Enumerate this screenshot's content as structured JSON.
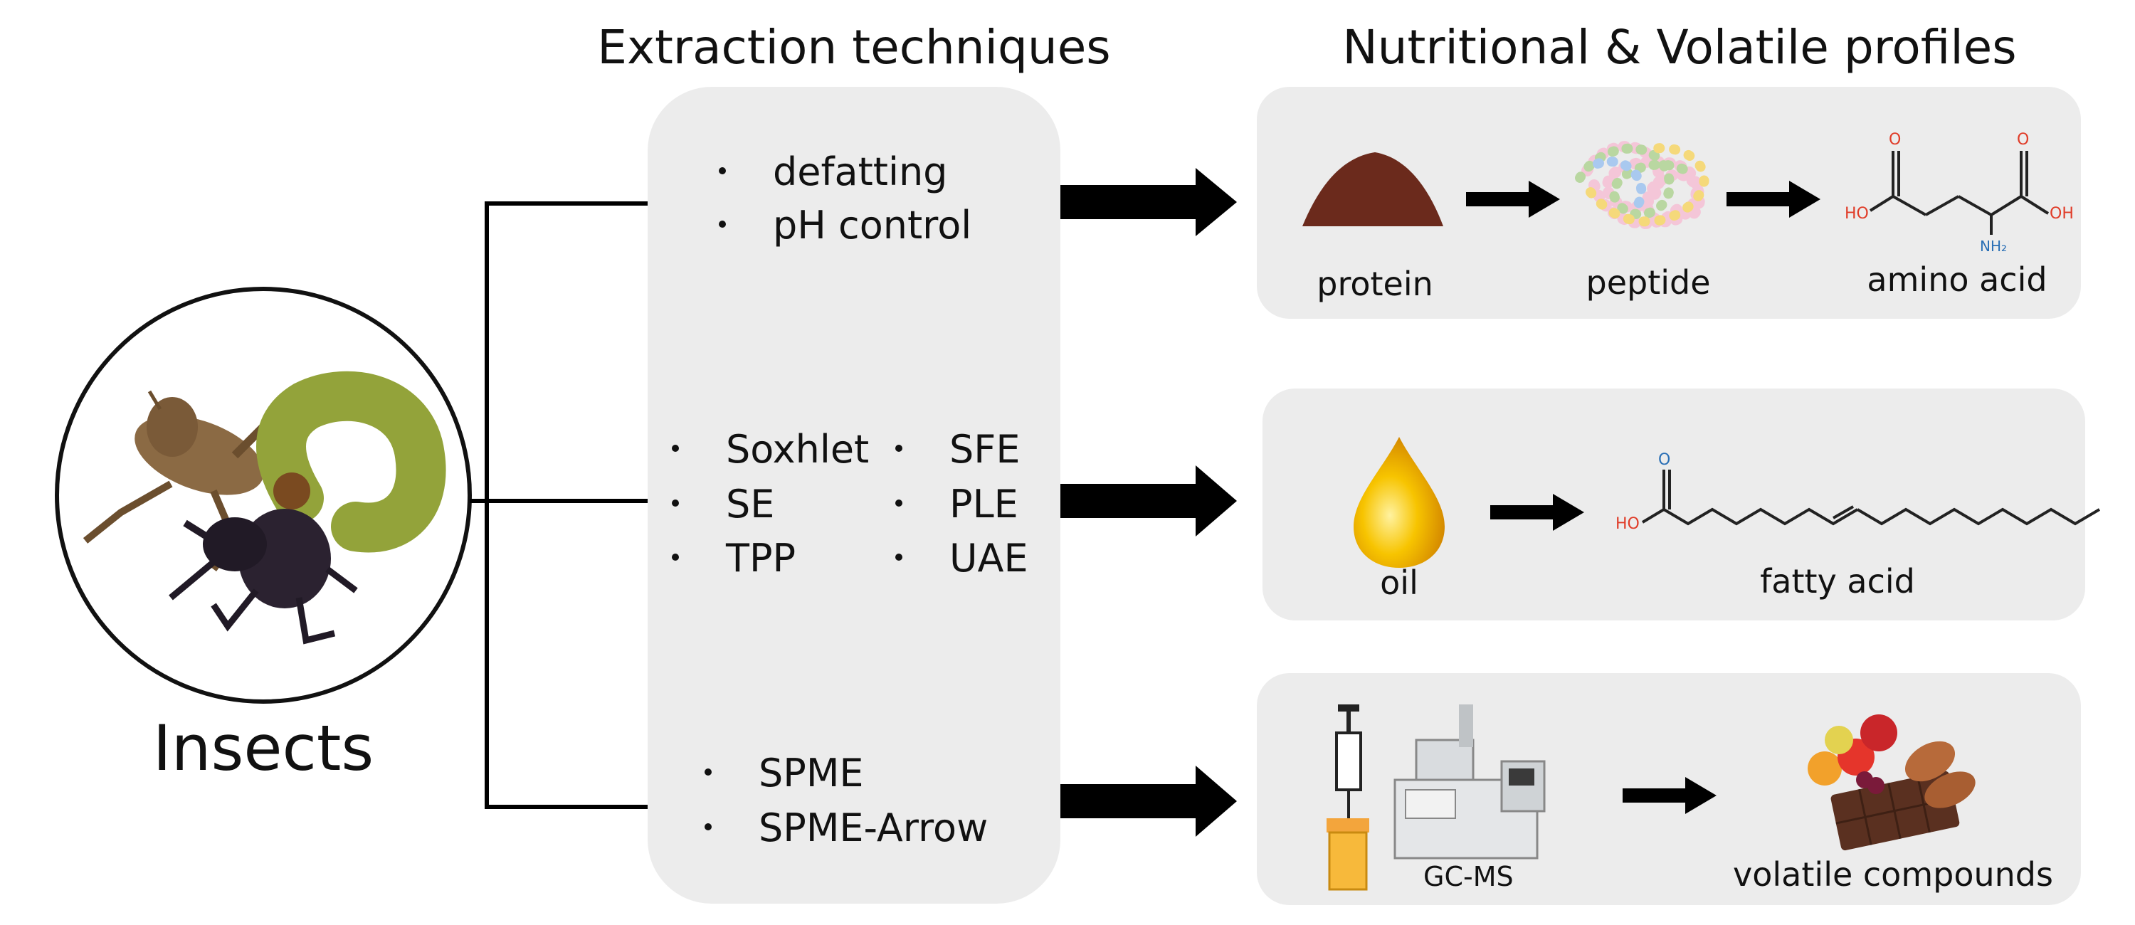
{
  "headings": {
    "extraction": "Extraction techniques",
    "profiles": "Nutritional & Volatile profiles"
  },
  "source": {
    "label": "Insects"
  },
  "techniques": {
    "top": [
      "defatting",
      "pH control"
    ],
    "middle_left": [
      "Soxhlet",
      "SE",
      "TPP"
    ],
    "middle_right": [
      "SFE",
      "PLE",
      "UAE"
    ],
    "bottom": [
      "SPME",
      "SPME-Arrow"
    ]
  },
  "profiles": {
    "protein_row": {
      "protein": "protein",
      "peptide": "peptide",
      "amino_acid": "amino acid"
    },
    "oil_row": {
      "oil": "oil",
      "fatty_acid": "fatty acid"
    },
    "volatile_row": {
      "instrument": "GC-MS",
      "volatile": "volatile compounds"
    }
  },
  "molecule_labels": {
    "amino_O1": "O",
    "amino_O2": "O",
    "amino_HO": "HO",
    "amino_OH": "OH",
    "amino_NH2": "NH₂",
    "fatty_O": "O",
    "fatty_HO": "HO"
  },
  "colors": {
    "panel": "#ececec",
    "arrow": "#000000",
    "oxygen": "#e03c28",
    "nitrogen": "#2a6fb5",
    "protein_powder": "#6b2a1c",
    "oil": "#f2b300"
  }
}
